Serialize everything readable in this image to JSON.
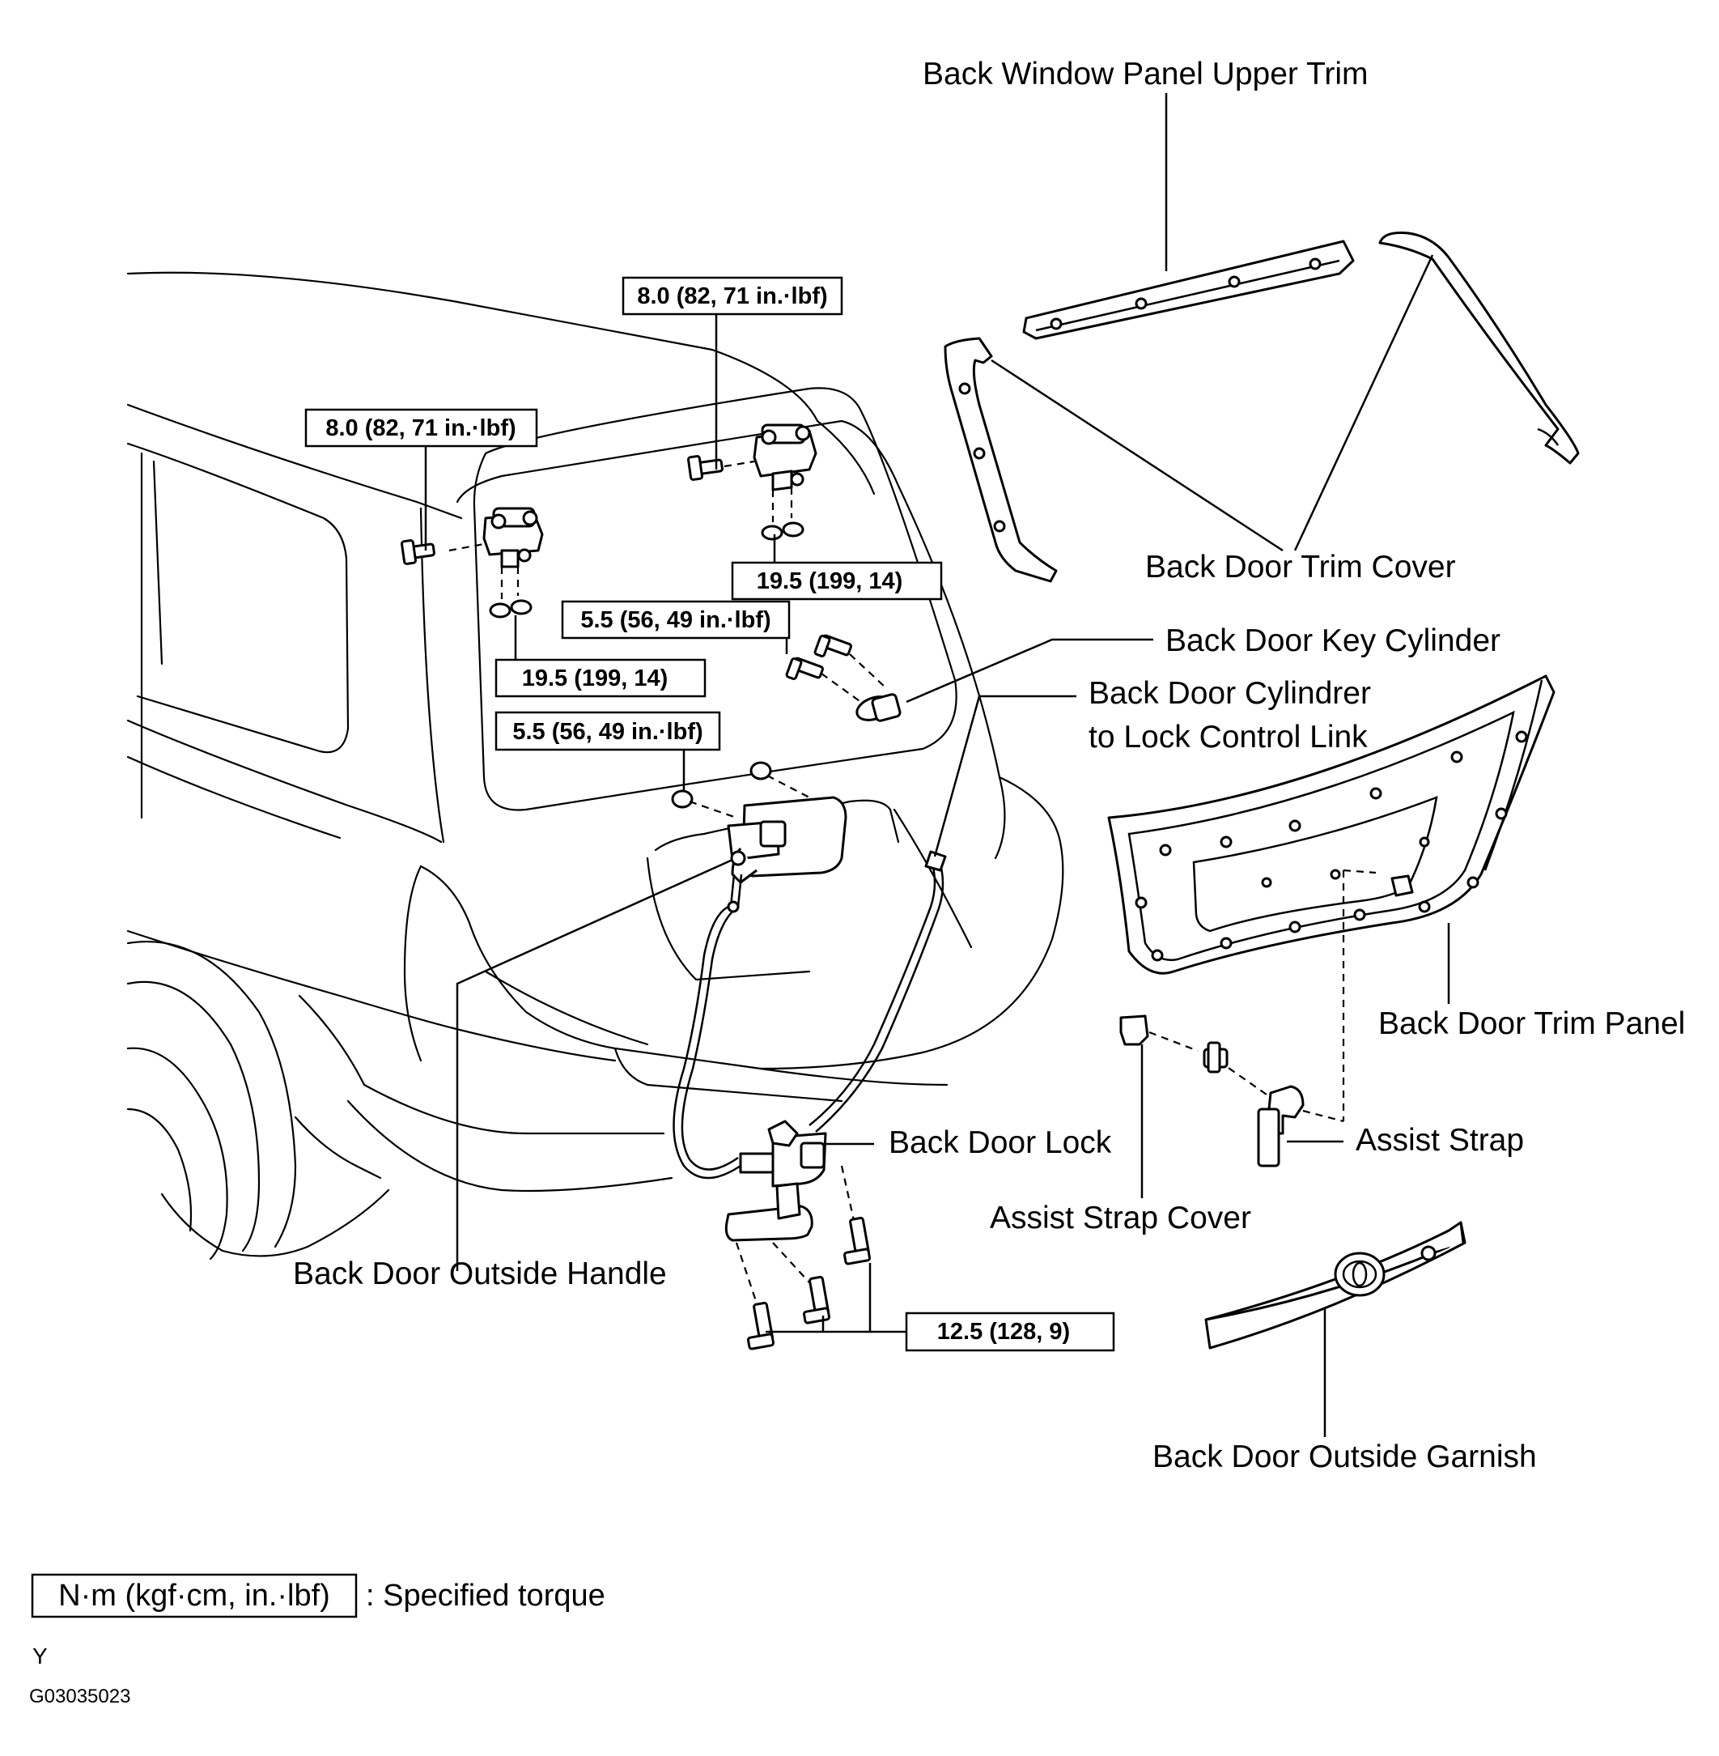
{
  "labels": {
    "back_window_panel_upper_trim": "Back Window Panel Upper Trim",
    "back_door_trim_cover": "Back Door Trim Cover",
    "back_door_key_cylinder": "Back Door Key Cylinder",
    "back_door_cylinder_link_line1": "Back Door Cylindrer",
    "back_door_cylinder_link_line2": "to Lock Control Link",
    "back_door_trim_panel": "Back Door Trim Panel",
    "assist_strap": "Assist Strap",
    "back_door_lock": "Back Door Lock",
    "assist_strap_cover": "Assist Strap Cover",
    "back_door_outside_handle": "Back Door Outside Handle",
    "back_door_outside_garnish": "Back Door Outside Garnish"
  },
  "torques": {
    "hinge_bolt_right": "8.0 (82, 71 in.·lbf)",
    "hinge_bolt_left": "8.0 (82, 71 in.·lbf)",
    "hinge_nut_right": "19.5 (199, 14)",
    "hinge_nut_left": "19.5 (199, 14)",
    "key_cylinder": "5.5 (56, 49 in.·lbf)",
    "outside_handle": "5.5 (56, 49 in.·lbf)",
    "lock_bolts": "12.5 (128, 9)"
  },
  "legend": {
    "unit": "N·m (kgf·cm, in.·lbf)",
    "description": ": Specified torque"
  },
  "footer": {
    "code": "Y",
    "figure_id": "G03035023"
  }
}
